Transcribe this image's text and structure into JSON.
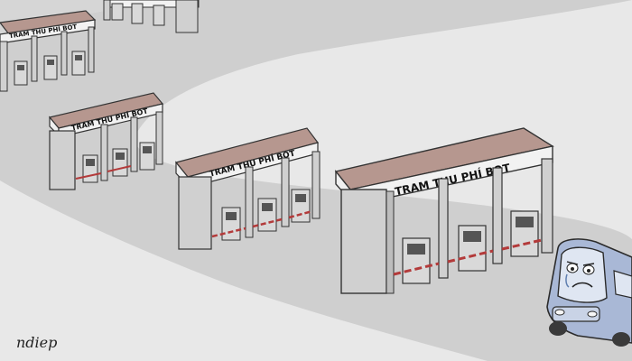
{
  "signs": {
    "station_far": "TRAM THU PHÍ BOT",
    "station_mid_left": "TRAM THU PHÍ BOT",
    "station_mid": "TRAM THU PHÍ BOT",
    "station_near": "TRAM THU PHÍ BOT"
  },
  "artist_signature": "ndiep",
  "colors": {
    "road": "#cfcfcf",
    "background": "#e6e6e6",
    "roof": "#b6978f",
    "pillar": "#d0d0d0",
    "barrier_red": "#b33a3a",
    "bus": "#a9b8d6"
  }
}
